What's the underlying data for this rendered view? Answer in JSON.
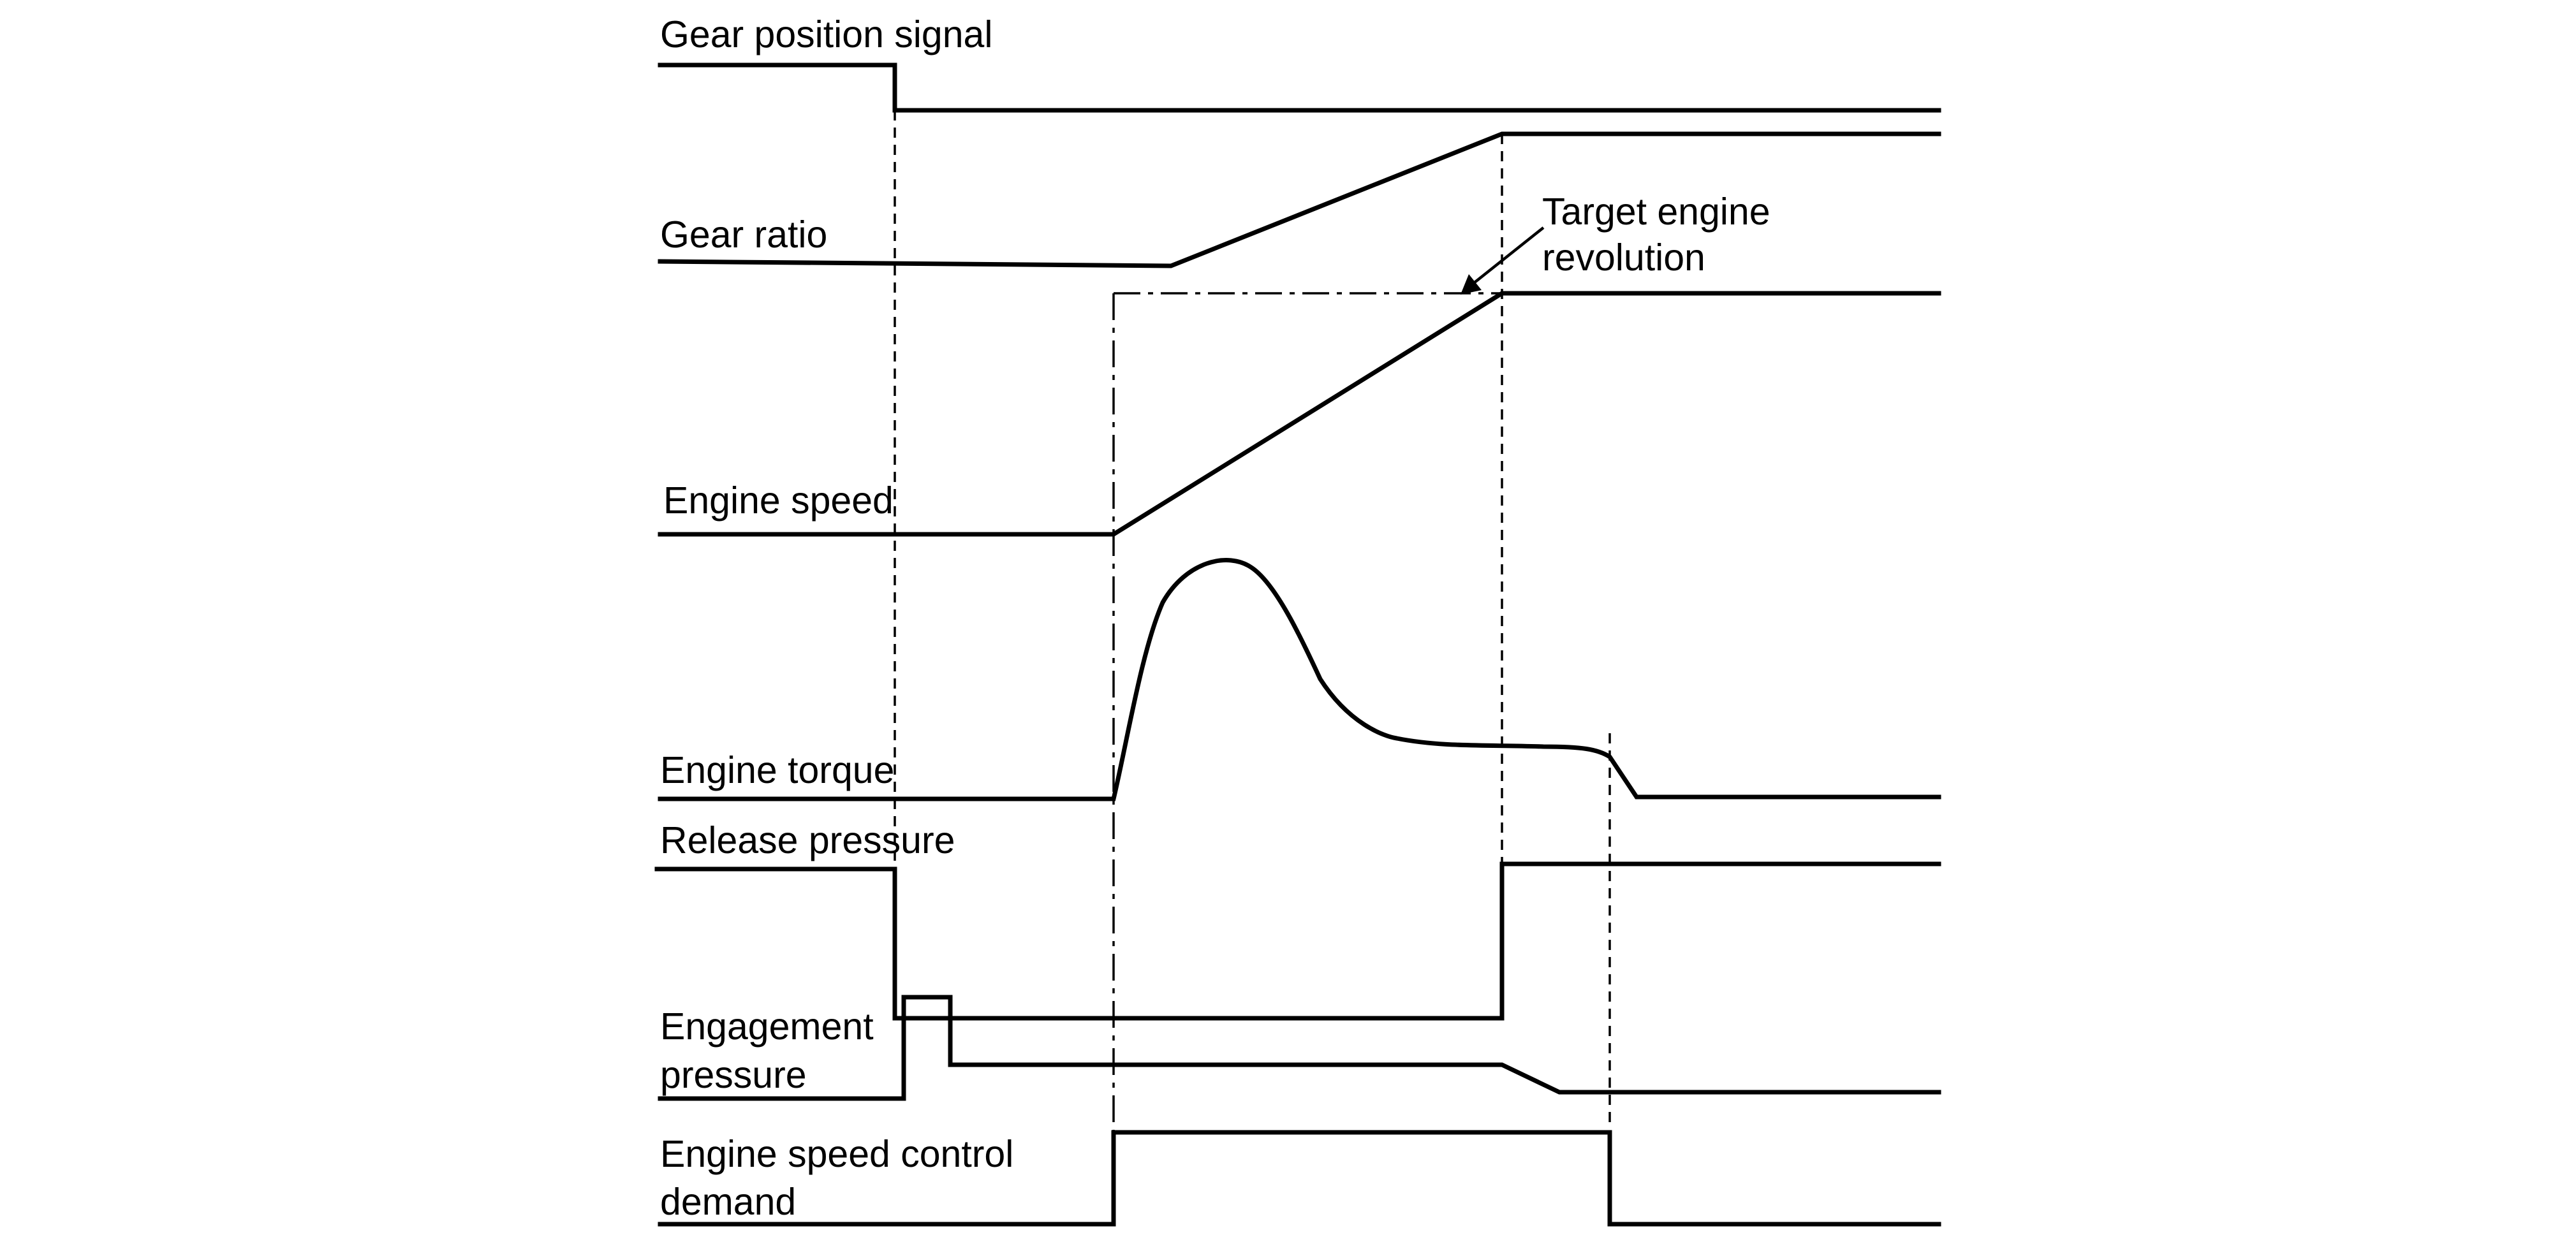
{
  "labels": {
    "gear_position_signal": "Gear position signal",
    "gear_ratio": "Gear ratio",
    "target_engine_1": "Target engine",
    "target_engine_2": "revolution",
    "engine_speed": "Engine speed",
    "engine_torque": "Engine torque",
    "release_pressure": "Release pressure",
    "engagement_1": "Engagement",
    "engagement_2": "pressure",
    "speed_control_1": "Engine speed control",
    "speed_control_2": "demand"
  }
}
